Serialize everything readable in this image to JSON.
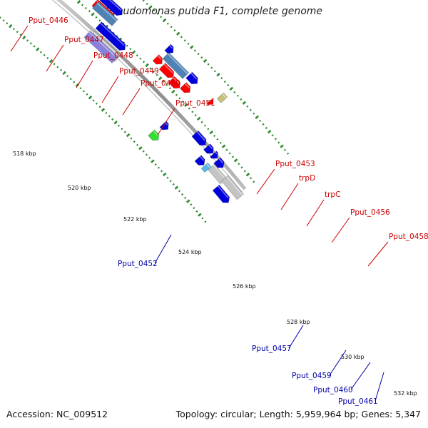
{
  "title": "Pseudomonas putida F1, complete genome",
  "accession": "Accession: NC_009512",
  "stats": "Topology: circular; Length: 5,959,964 bp; Genes: 5,347",
  "colors": {
    "backbone": "#9a9a9a",
    "forward_label": "#cc0000",
    "reverse_label": "#0000aa",
    "cds_red": "#ff0000",
    "blue": "#0000dd",
    "steelblue": "#4f83b8",
    "cyan": "#22d4dd",
    "gray": "#c4c4c4",
    "green": "#33dd33",
    "khaki": "#c8bf78",
    "lightblue": "#5ab8e8",
    "lavender": "#8a80dd",
    "tick": "#2a8a2a"
  },
  "tick_labels": [
    "518 kbp",
    "520 kbp",
    "522 kbp",
    "524 kbp",
    "526 kbp",
    "528 kbp",
    "530 kbp",
    "532 kbp"
  ],
  "gene_labels_forward": [
    "Pput_0446",
    "Pput_0447",
    "Pput_0448",
    "Pput_0449",
    "Pput_0450",
    "Pput_0451",
    "Pput_0453",
    "trpD",
    "trpC",
    "Pput_0456",
    "Pput_0458"
  ],
  "gene_labels_reverse": [
    "Pput_0452",
    "Pput_0457",
    "Pput_0459",
    "Pput_0460",
    "Pput_0461"
  ]
}
